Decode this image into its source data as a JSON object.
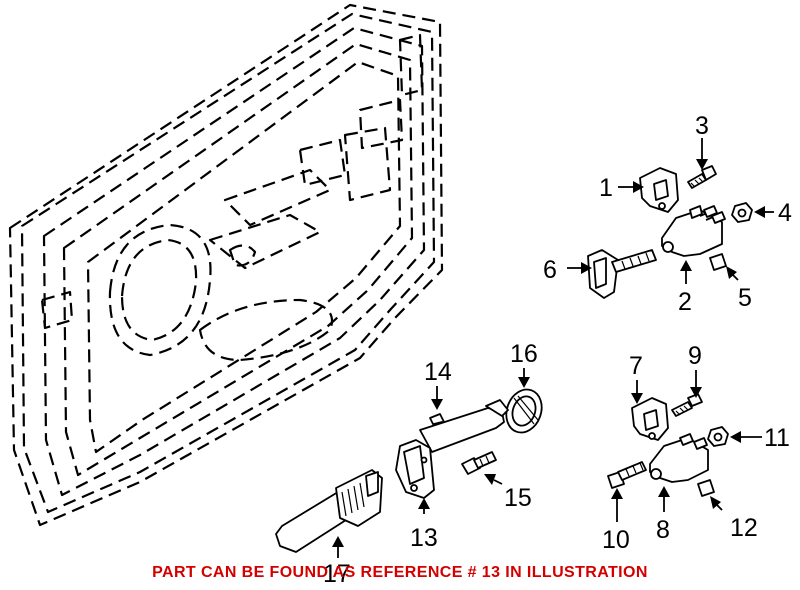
{
  "callouts": {
    "c1": "1",
    "c2": "2",
    "c3": "3",
    "c4": "4",
    "c5": "5",
    "c6": "6",
    "c7": "7",
    "c8": "8",
    "c9": "9",
    "c10": "10",
    "c11": "11",
    "c12": "12",
    "c13": "13",
    "c14": "14",
    "c15": "15",
    "c16": "16",
    "c17": "17"
  },
  "caption": {
    "text": "PART CAN BE FOUND AS REFERENCE # 13 IN ILLUSTRATION",
    "color": "#d40000"
  }
}
